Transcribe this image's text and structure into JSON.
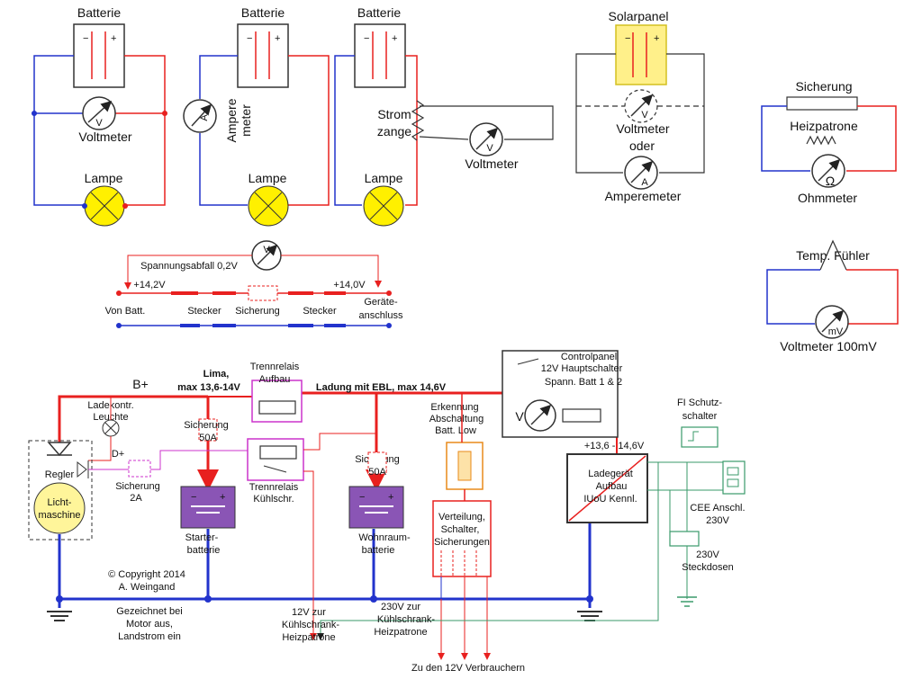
{
  "panels": {
    "battery1": {
      "title": "Batterie",
      "meter": "Voltmeter",
      "lamp": "Lampe",
      "meter_symbol": "V"
    },
    "battery2": {
      "title": "Batterie",
      "meter_line1": "Ampere",
      "meter_line2": "meter",
      "lamp": "Lampe",
      "meter_symbol": "A"
    },
    "battery3": {
      "title": "Batterie",
      "clamp_line1": "Strom",
      "clamp_line2": "zange",
      "meter": "Voltmeter",
      "lamp": "Lampe",
      "meter_symbol": "V"
    },
    "solar": {
      "title": "Solarpanel",
      "line1": "Voltmeter",
      "line2": "oder",
      "line3": "Amperemeter",
      "meter_symbol_top": "V",
      "meter_symbol_bottom": "A"
    },
    "fuse_test": {
      "fuse": "Sicherung",
      "heater": "Heizpatrone",
      "meter": "Ohmmeter",
      "meter_symbol": "Ω"
    },
    "temp": {
      "sensor": "Temp. Fühler",
      "meter": "Voltmeter 100mV",
      "meter_symbol": "mV"
    }
  },
  "voltage_drop": {
    "meter_symbol": "V",
    "label": "Spannungsabfall 0,2V",
    "v_left": "+14,2V",
    "v_right": "+14,0V",
    "from": "Von Batt.",
    "plug1": "Stecker",
    "fuse": "Sicherung",
    "plug2": "Stecker",
    "device_line1": "Geräte-",
    "device_line2": "anschluss"
  },
  "schematic": {
    "bplus": "B+",
    "lima_line1": "Lima,",
    "lima_line2": "max 13,6-14V",
    "relay1_line1": "Trennrelais",
    "relay1_line2": "Aufbau",
    "charging": "Ladung mit EBL, max 14,6V",
    "control_line1": "Controlpanel",
    "control_line2": "12V Hauptschalter",
    "control_line3": "Spann. Batt 1 & 2",
    "control_meter": "V",
    "charge_lamp_line1": "Ladekontr.",
    "charge_lamp_line2": "Leuchte",
    "fuse1_line1": "Sicherung",
    "fuse1_line2": "50A",
    "dplus": "D+",
    "regler": "Regler",
    "alt_line1": "Licht-",
    "alt_line2": "maschine",
    "fuse2_line1": "Sicherung",
    "fuse2_line2": "2A",
    "relay2_line1": "Trennrelais",
    "relay2_line2": "Kühlschr.",
    "starter_line1": "Starter-",
    "starter_line2": "batterie",
    "fuse3_line1": "Sicherung",
    "fuse3_line2": "50A",
    "house_line1": "Wohnraum-",
    "house_line2": "batterie",
    "detect_line1": "Erkennung",
    "detect_line2": "Abschaltung",
    "detect_line3": "Batt. Low",
    "dist_line1": "Verteilung,",
    "dist_line2": "Schalter,",
    "dist_line3": "Sicherungen",
    "charger_range": "+13,6 - 14,6V",
    "charger_line1": "Ladegerät",
    "charger_line2": "Aufbau",
    "charger_line3": "IUoU Kennl.",
    "fi_line1": "FI Schutz-",
    "fi_line2": "schalter",
    "cee_line1": "CEE Anschl.",
    "cee_line2": "230V",
    "socket_line1": "230V",
    "socket_line2": "Steckdosen",
    "copyright_line1": "© Copyright 2014",
    "copyright_line2": "A. Weingand",
    "note_line1": "Gezeichnet bei",
    "note_line2": "Motor aus,",
    "note_line3": "Landstrom ein",
    "fridge12_line1": "12V zur",
    "fridge12_line2": "Kühlschrank-",
    "fridge12_line3": "Heizpatrone",
    "fridge230_line1": "230V zur",
    "fridge230_line2": "Kühlschrank-",
    "fridge230_line3": "Heizpatrone",
    "consumers": "Zu den 12V Verbrauchern"
  },
  "colors": {
    "positive": "#e8201f",
    "negative": "#2233cc",
    "ground": "#2233cc",
    "ac": "#3a9a6a",
    "relay": "#cc33cc",
    "battery": "#7b3fa8",
    "solar": "#fff08a",
    "lamp": "#fff000",
    "orange": "#e88a1a"
  }
}
